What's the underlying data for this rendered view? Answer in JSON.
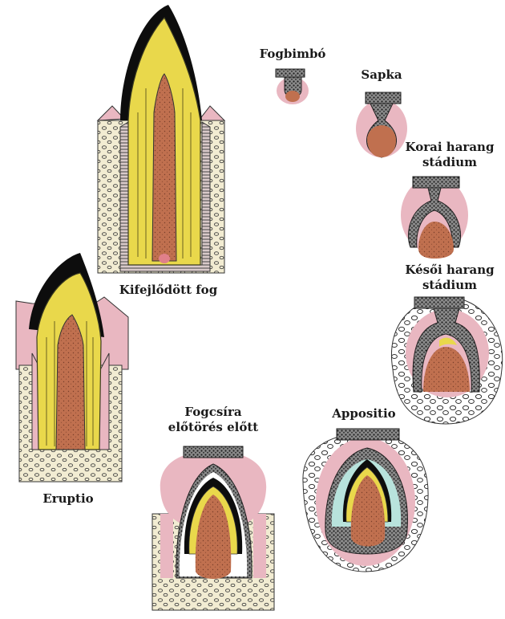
{
  "stages": [
    {
      "id": "fogbimbo",
      "label_lines": [
        "Fogbimbó"
      ]
    },
    {
      "id": "sapka",
      "label_lines": [
        "Sapka"
      ]
    },
    {
      "id": "korai-harang",
      "label_lines": [
        "Korai harang",
        "stádium"
      ]
    },
    {
      "id": "kesoi-harang",
      "label_lines": [
        "Késői harang",
        "stádium"
      ]
    },
    {
      "id": "appositio",
      "label_lines": [
        "Appositio"
      ]
    },
    {
      "id": "fogcsira",
      "label_lines": [
        "Fogcsíra",
        "előtörés előtt"
      ]
    },
    {
      "id": "eruptio",
      "label_lines": [
        "Eruptio"
      ]
    },
    {
      "id": "kifejlodott",
      "label_lines": [
        "Kifejlődött fog"
      ]
    }
  ],
  "colors": {
    "enamel": "#0d0d0d",
    "dentin": "#e9d84b",
    "pulp": "#c0704f",
    "mesenchyme": "#e9b7c1",
    "bone": "#f2ecd2",
    "epithelium": "#2a2a2a",
    "follicle": "#b8e3dc"
  }
}
